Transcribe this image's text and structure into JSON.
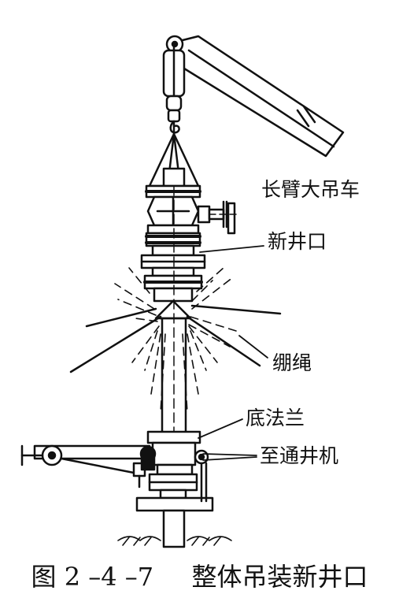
{
  "diagram": {
    "labels": {
      "crane": "长臂大吊车",
      "new_wellhead": "新井口",
      "guy_rope": "绷绳",
      "bottom_flange": "底法兰",
      "to_workover_rig": "至通井机"
    },
    "caption": {
      "number": "图 2 –4 –7",
      "title": "整体吊装新井口"
    }
  }
}
